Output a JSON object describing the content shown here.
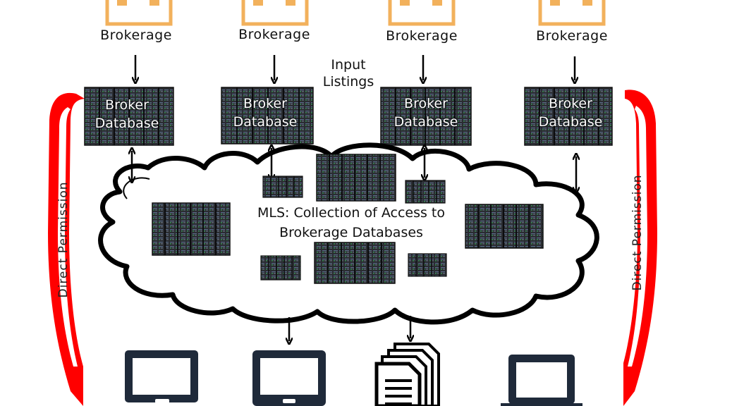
{
  "brokerages": [
    {
      "label": "Brokerage"
    },
    {
      "label": "Brokerage"
    },
    {
      "label": "Brokerage"
    },
    {
      "label": "Brokerage"
    }
  ],
  "broker_db": {
    "line1": "Broker",
    "line2": "Database"
  },
  "input_listings": {
    "line1": "Input",
    "line2": "Listings"
  },
  "cloud": {
    "line1": "MLS: Collection of Access to",
    "line2": "Brokerage Databases"
  },
  "permission": {
    "left": "Direct Permission",
    "right": "Direct Permission"
  },
  "colors": {
    "brokerage_icon": "#f2b15c",
    "permission_band": "#ff0000",
    "device": "#1f2a3a",
    "server_dark": "#1d1e22",
    "cloud_fill": "#ffffff",
    "cloud_stroke": "#000000"
  },
  "icons": [
    "building-icon",
    "server-rack-icon",
    "cloud-icon",
    "monitor-icon",
    "tablet-icon",
    "documents-icon",
    "laptop-icon",
    "arrow-down-icon",
    "arrow-bidirectional-icon"
  ]
}
